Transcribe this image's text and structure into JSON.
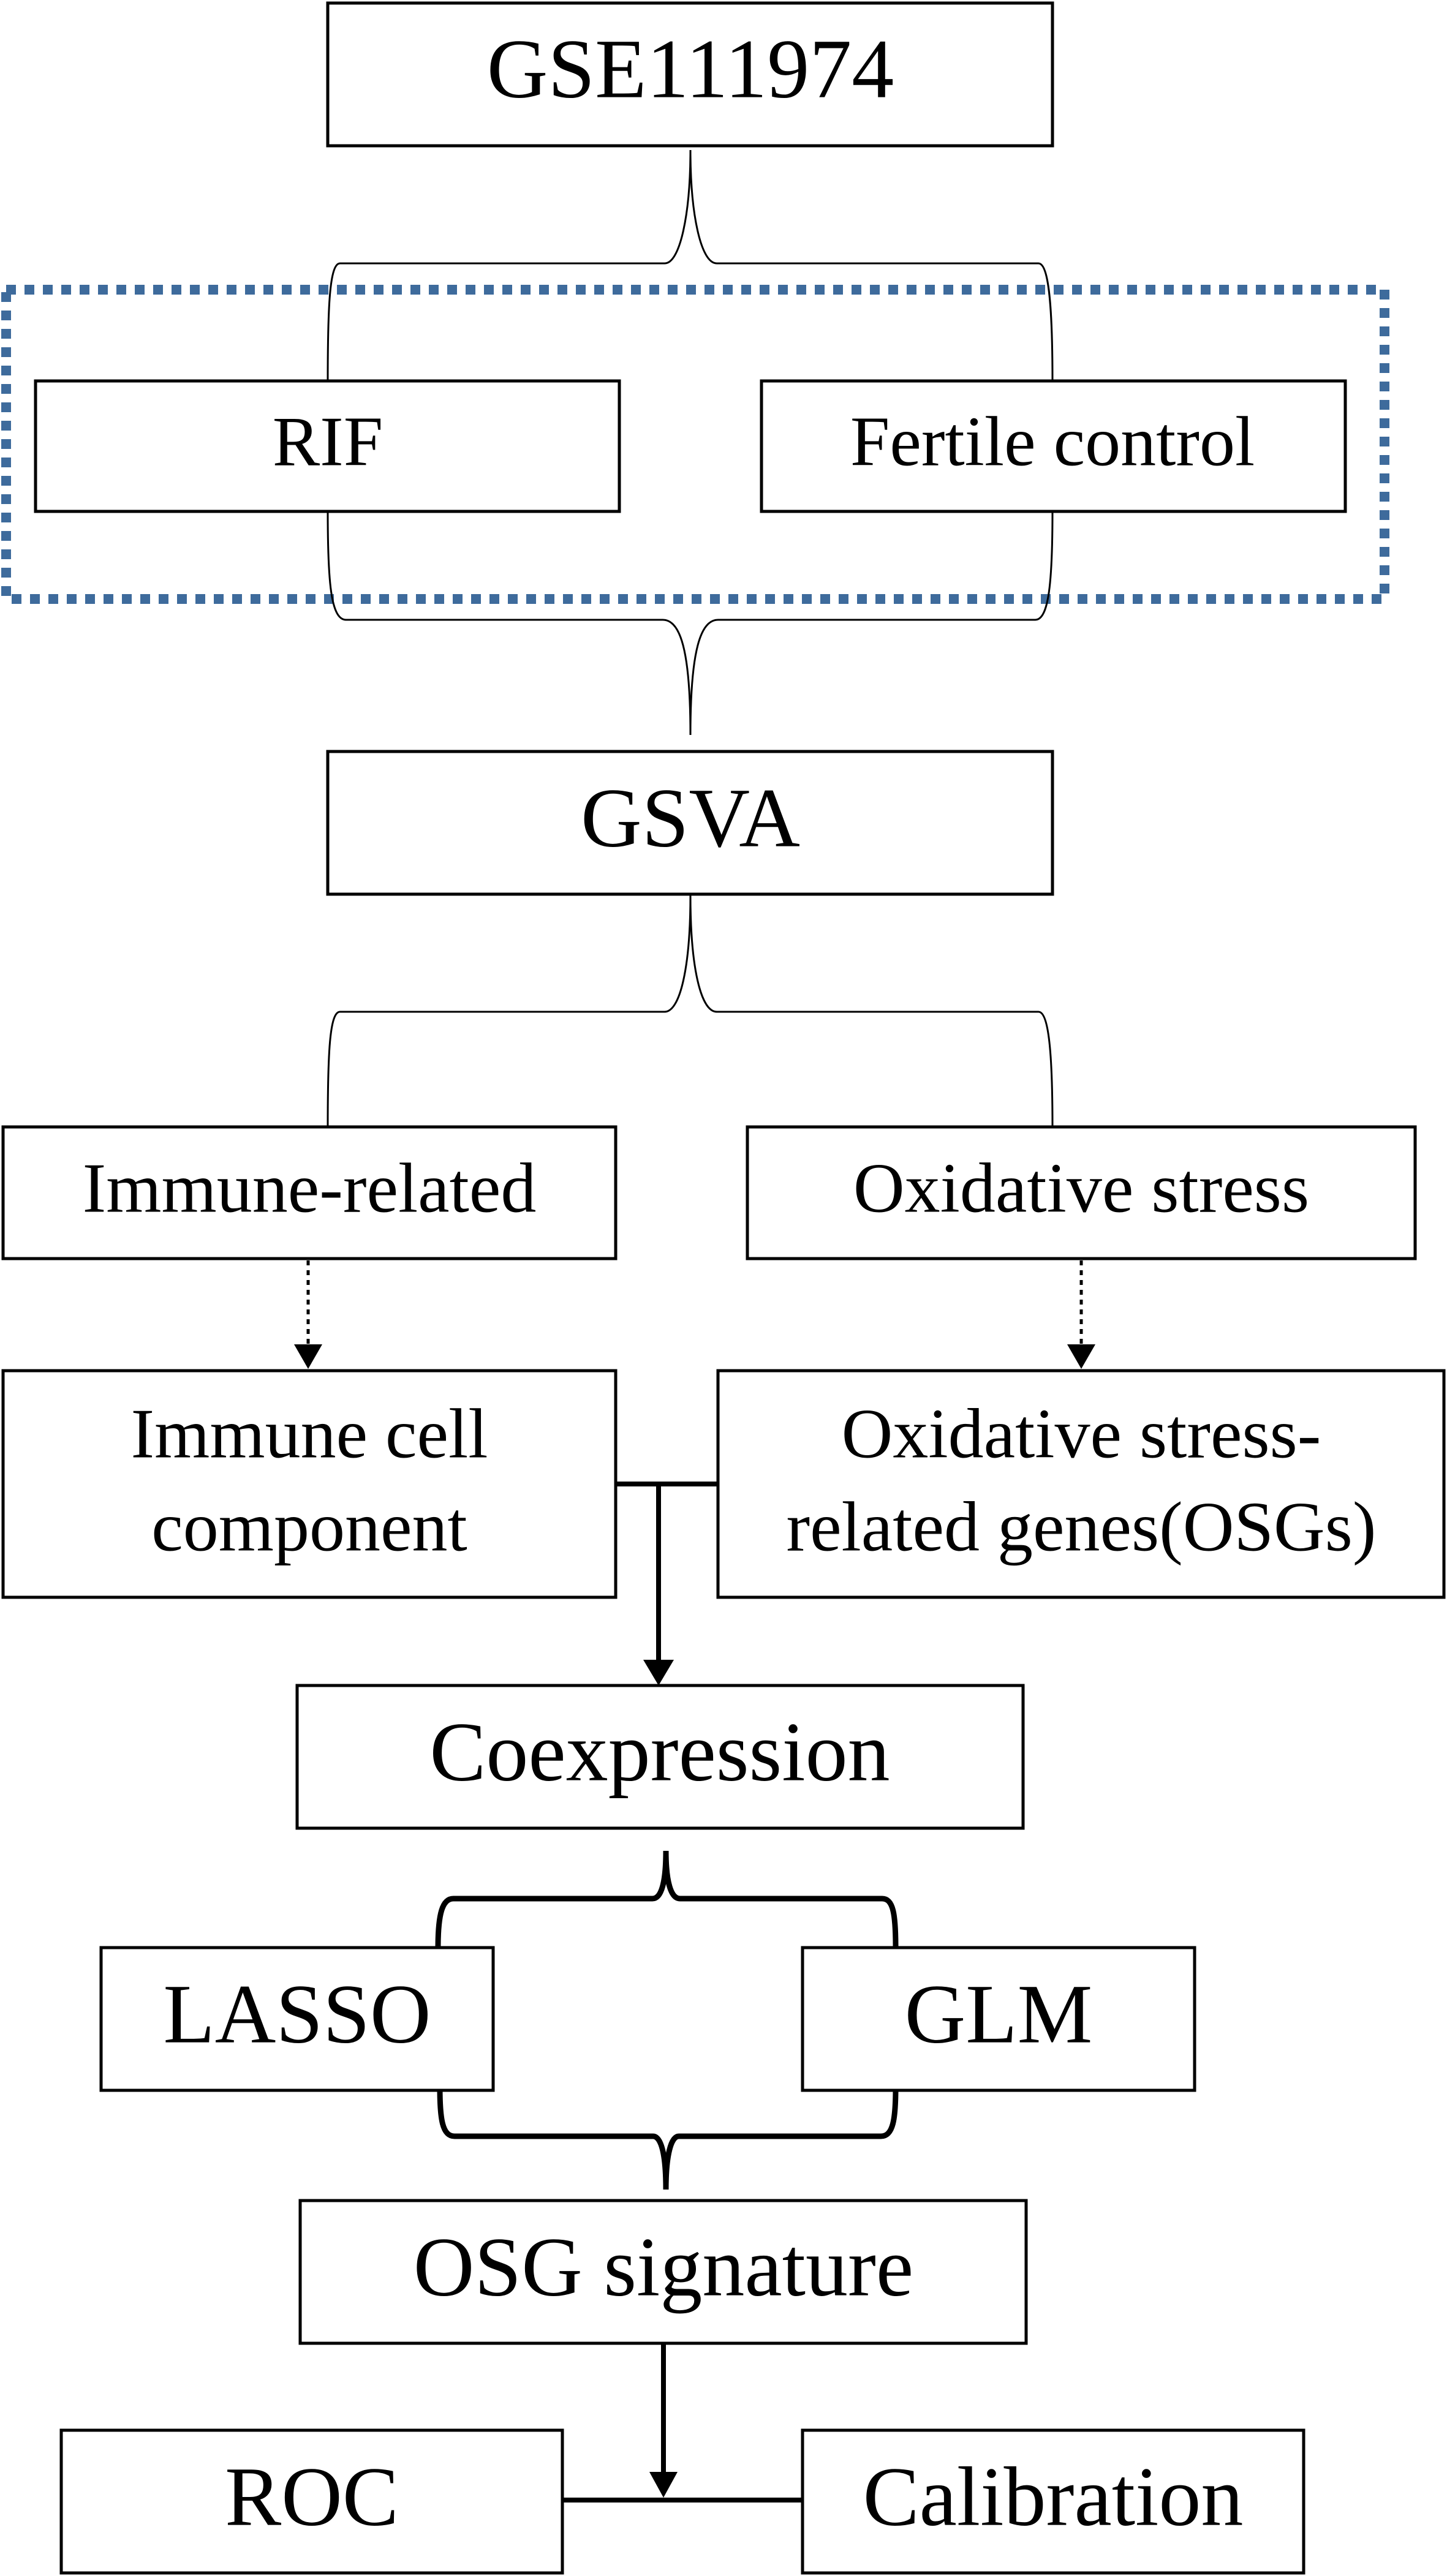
{
  "nodes": {
    "gse": "GSE111974",
    "rif": "RIF",
    "fertile": "Fertile control",
    "gsva": "GSVA",
    "immune_related": "Immune-related",
    "oxidative_stress": "Oxidative stress",
    "immune_cell": [
      "Immune cell",
      "component"
    ],
    "osgs": [
      "Oxidative stress-",
      "related genes(OSGs)"
    ],
    "coexpression": "Coexpression",
    "lasso": "LASSO",
    "glm": "GLM",
    "osg_signature": "OSG signature",
    "roc": "ROC",
    "calibration": "Calibration"
  },
  "colors": {
    "group_outline": "#3e6b9c",
    "line": "#000000"
  }
}
